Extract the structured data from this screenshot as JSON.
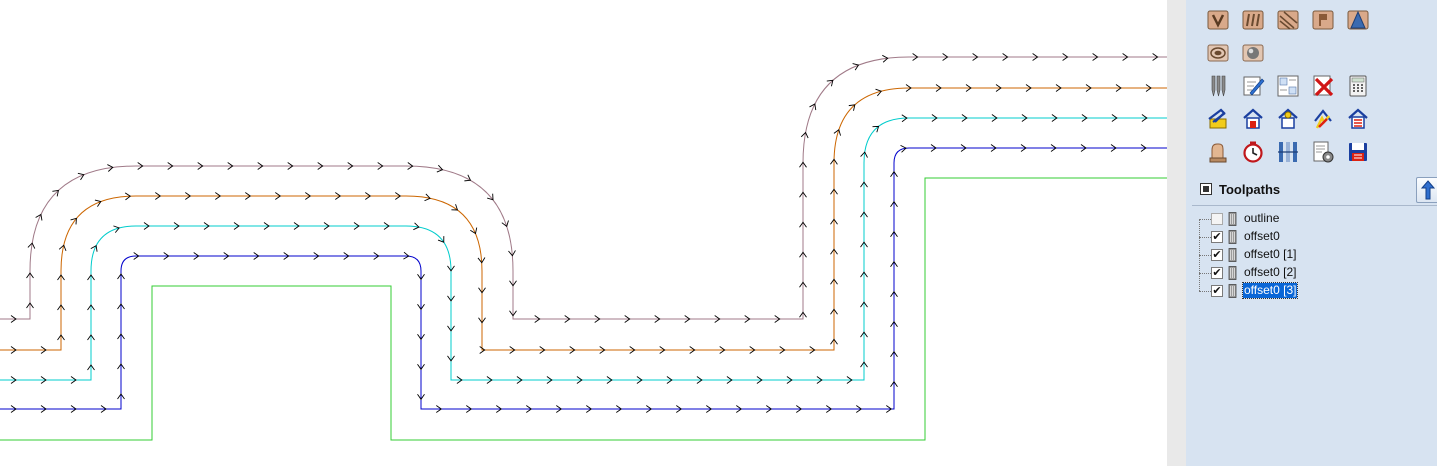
{
  "canvas": {
    "colors": {
      "outline": "#33cc33",
      "offset0": "#0000cc",
      "offset0_1": "#00cccc",
      "offset0_2": "#cc6600",
      "offset0_3": "#a07a88"
    },
    "arrow_color": "#000000"
  },
  "toolbar": {
    "rows": [
      [
        "v-carve-icon",
        "fluting-icon",
        "texture-icon",
        "prism-icon",
        "inlay-icon"
      ],
      [
        "3d-roughing-icon",
        "3d-finishing-icon"
      ],
      [
        "drill-tools-icon",
        "edit-toolpath-icon",
        "toolpath-summary-icon",
        "delete-toolpath-icon",
        "calculator-icon"
      ],
      [
        "save-toolpath-icon",
        "save-template-icon",
        "load-template-icon",
        "merge-toolpaths-icon",
        "toolpath-layers-icon"
      ],
      [
        "preview-icon",
        "time-estimate-icon",
        "tiling-icon",
        "postprocessor-settings-icon",
        "save-all-icon"
      ]
    ]
  },
  "toolpaths": {
    "title": "Toolpaths",
    "items": [
      {
        "label": "outline",
        "checked": false,
        "selected": false
      },
      {
        "label": "offset0",
        "checked": true,
        "selected": false
      },
      {
        "label": "offset0 [1]",
        "checked": true,
        "selected": false
      },
      {
        "label": "offset0 [2]",
        "checked": true,
        "selected": false
      },
      {
        "label": "offset0 [3]",
        "checked": true,
        "selected": true
      }
    ]
  }
}
